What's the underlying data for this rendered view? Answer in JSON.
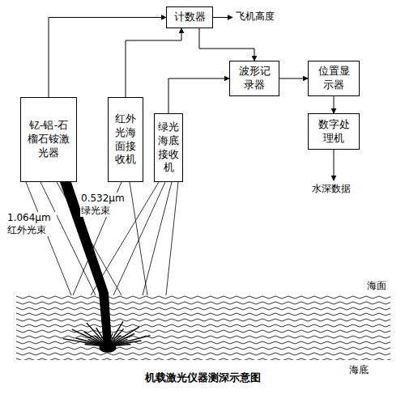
{
  "diagram": {
    "caption": "机载激光仪器测深示意图",
    "nodes": [
      {
        "text": [
          "计数器"
        ]
      },
      {
        "text": [
          "波形记录器"
        ]
      },
      {
        "text": [
          "位置显示器"
        ]
      },
      {
        "text": [
          "钇-铝-石榴石铵激光器"
        ]
      },
      {
        "text": [
          "红外光海面接收机"
        ]
      },
      {
        "text": [
          "绿光海底接收机"
        ]
      },
      {
        "text": [
          "数字处理机"
        ]
      }
    ],
    "edges": [
      {
        "from": 3,
        "to": 0,
        "arrow": "to"
      },
      {
        "from": 4,
        "to": 0,
        "arrow": "to"
      },
      {
        "from": 0,
        "to": 1,
        "arrow": "to"
      },
      {
        "from": 5,
        "to": 1,
        "arrow": "to"
      },
      {
        "from": 1,
        "to": 2,
        "arrow": "to"
      },
      {
        "from": 2,
        "to": 6,
        "arrow": "to"
      }
    ],
    "labels": [
      "飞机高度",
      "水深数据",
      "0.532μm 绿光束",
      "1.064μm 红外光束",
      "海面",
      "海底"
    ]
  }
}
